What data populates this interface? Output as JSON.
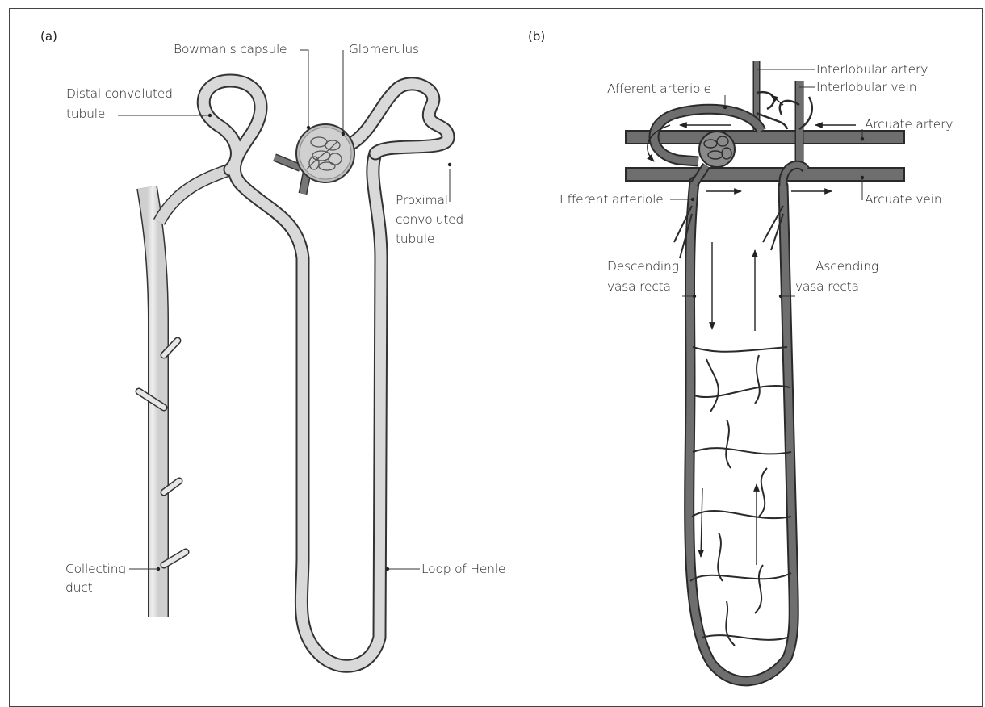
{
  "panels": {
    "a": "(a)",
    "b": "(b)"
  },
  "labels_a": {
    "distal_line1": "Distal convoluted",
    "distal_line2": "tubule",
    "bowman": "Bowman's capsule",
    "glomerulus": "Glomerulus",
    "proximal_line1": "Proximal",
    "proximal_line2": "convoluted",
    "proximal_line3": "tubule",
    "collecting_line1": "Collecting",
    "collecting_line2": "duct",
    "loop": "Loop of Henle"
  },
  "labels_b": {
    "interlobular_artery": "Interlobular artery",
    "interlobular_vein": "Interlobular vein",
    "afferent": "Afferent arteriole",
    "arcuate_artery": "Arcuate artery",
    "efferent": "Efferent arteriole",
    "arcuate_vein": "Arcuate vein",
    "descending_line1": "Descending",
    "descending_line2": "vasa recta",
    "ascending_line1": "Ascending",
    "ascending_line2": "vasa recta"
  },
  "colors": {
    "tubule_fill": "#d6d6d6",
    "tubule_outline": "#333333",
    "vessel_fill": "#6e6e6e",
    "vessel_outline": "#2a2a2a",
    "frame": "#444444"
  }
}
